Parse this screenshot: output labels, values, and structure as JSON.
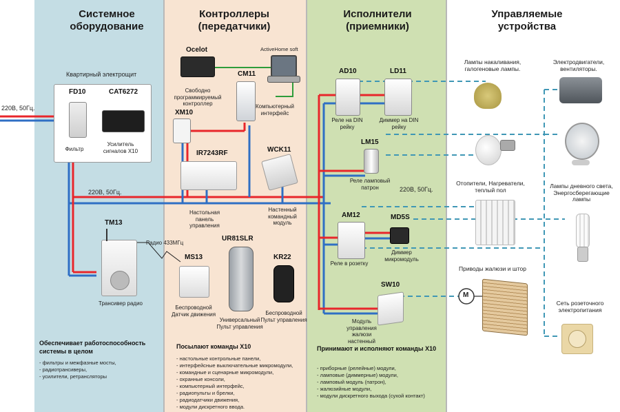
{
  "columns": {
    "system": {
      "title": "Системное оборудование"
    },
    "controllers": {
      "title": "Контроллеры (передатчики)"
    },
    "actuators": {
      "title": "Исполнители (приемники)"
    },
    "devices": {
      "title": "Управляемые устройства"
    }
  },
  "system": {
    "panel_caption": "Квартирный электрощит",
    "fd10": {
      "name": "FD10",
      "caption": "Фильтр"
    },
    "cat6272": {
      "name": "CAT6272",
      "caption": "Усилитель сигналов Х10"
    },
    "tm13": {
      "name": "TM13",
      "caption": "Трансивер радио"
    },
    "radio_label": "Радио 433МГц",
    "voltage_left": "220В, 50Гц.",
    "voltage_mid": "220В, 50Гц.",
    "summary": "Обеспечивает работоспособность системы в целом",
    "list": [
      "- фильтры и межфазные мосты,",
      "- радиотрансиверы,",
      "- усилители, ретрансляторы"
    ]
  },
  "controllers": {
    "ocelot": {
      "name": "Ocelot",
      "caption": "Свободно программируемый контроллер"
    },
    "activehome": {
      "caption": "ActiveHome soft"
    },
    "cm11": {
      "name": "CM11",
      "caption": "Компьютерный интерфейс"
    },
    "xm10": {
      "name": "XM10"
    },
    "ir7243rf": {
      "name": "IR7243RF",
      "caption": "Настольная панель управления"
    },
    "wck11": {
      "name": "WCK11",
      "caption": "Настенный командный модуль"
    },
    "ur81slr": {
      "name": "UR81SLR",
      "caption": "Универсальный Пульт управления"
    },
    "ms13": {
      "name": "MS13",
      "caption": "Беспроводной Датчик движения"
    },
    "kr22": {
      "name": "KR22",
      "caption": "Беспроводной Пульт управления"
    },
    "summary": "Посылают команды Х10",
    "list": [
      "- настольные контрольные панели,",
      "- интерфейсные выключательные микромодули,",
      "- командные и сценарные микромодули,",
      "- охранные консоли,",
      "- компьютерный интерфейс,",
      "- радиопульты и брелки,",
      "- радиодатчики движения,",
      "- модули дискретного ввода."
    ]
  },
  "actuators": {
    "ad10": {
      "name": "AD10",
      "caption": "Реле на DIN рейку"
    },
    "ld11": {
      "name": "LD11",
      "caption": "Диммер на DIN рейку"
    },
    "lm15": {
      "name": "LM15",
      "caption": "Реле ламповый патрон"
    },
    "voltage": "220В, 50Гц.",
    "am12": {
      "name": "AM12",
      "caption": "Реле в розетку"
    },
    "md5s": {
      "name": "MD5S",
      "caption": "Диммер микромодуль"
    },
    "sw10": {
      "name": "SW10",
      "caption": "Модуль управления жалюзи настенный"
    },
    "summary": "Принимают и исполняют команды Х10",
    "list": [
      "- приборные (релейные) модули,",
      "- ламповые (диммерные) модули,",
      "- ламповый модуль (патрон),",
      "- жалюзийные модули,",
      "- модули дискретного выхода (сухой контакт)"
    ]
  },
  "devices": {
    "lamps": "Лампы накаливания, галогеновые лампы.",
    "motors": "Электродвигатели, вентиляторы.",
    "heaters": "Отопители, Нагреватели, теплый пол",
    "fluorescent": "Лампы дневного света, Энергосберегающие лампы",
    "blinds": "Приводы жалюзи и штор",
    "motor_symbol": "M",
    "sockets": "Сеть розеточного электропитания"
  },
  "colors": {
    "live": "#e8262b",
    "neutral": "#2f6fc4",
    "link": "#2e9c3a",
    "dash": "#3f97b5"
  }
}
